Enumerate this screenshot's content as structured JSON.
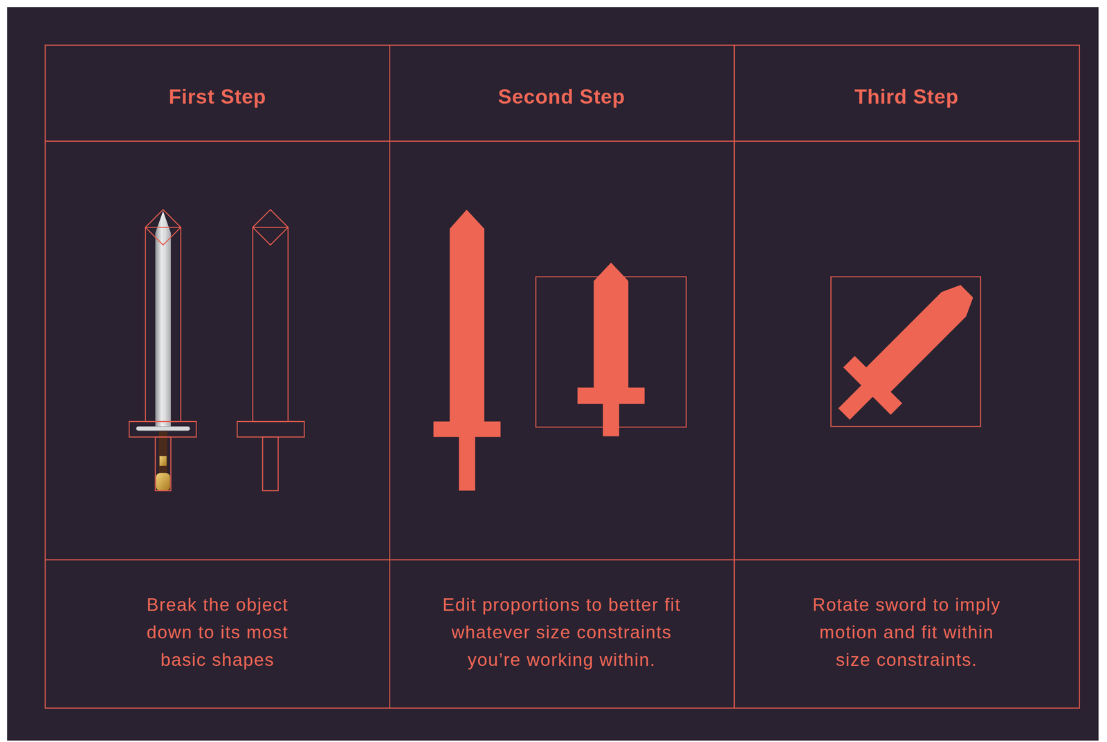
{
  "diagram": {
    "labels": [
      "First Step",
      "Second Step",
      "Third Step",
      "Break the object down to its most basic shapes",
      "Edit proportions to better fit whatever size constraints you’re working within.",
      "Rotate sword to imply motion and fit within size constraints."
    ]
  }
}
